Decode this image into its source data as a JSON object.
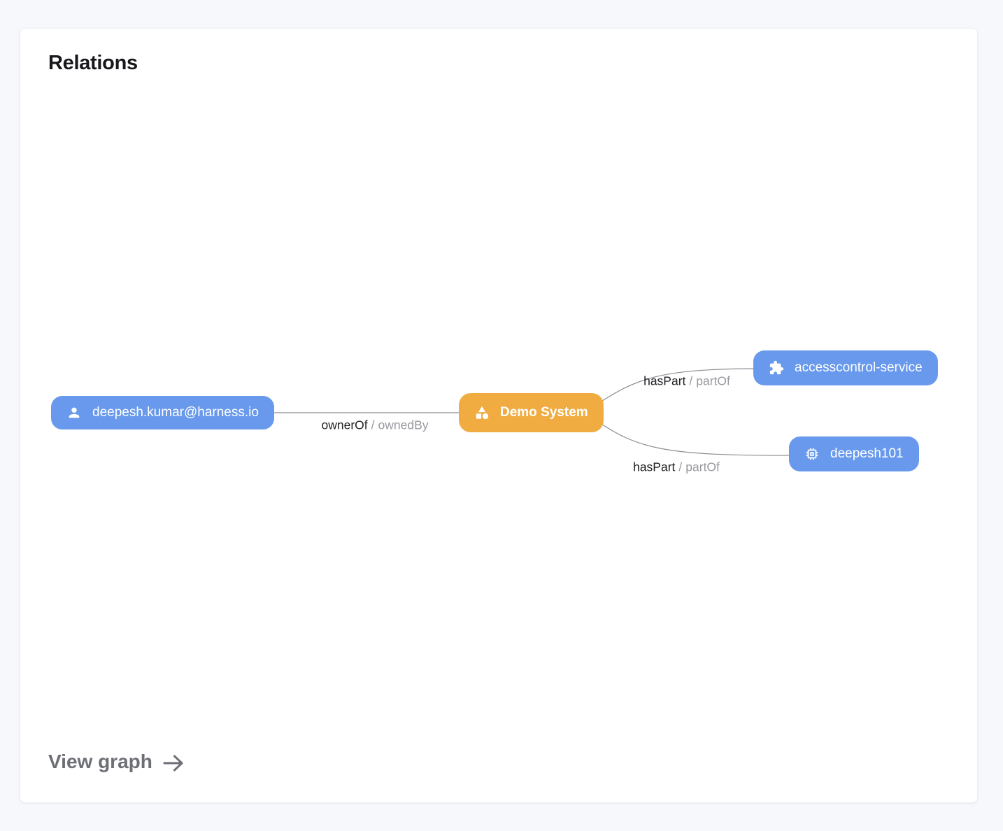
{
  "card": {
    "title": "Relations",
    "footer_link": "View graph"
  },
  "colors": {
    "page_background": "#F6F8FC",
    "card_background": "#FFFFFF",
    "node_blue": "#6899EC",
    "node_highlight_orange": "#F0AC41",
    "node_text": "#FFFFFF",
    "edge_line": "#8A8F94",
    "edge_label_primary": "#202124",
    "edge_label_secondary": "#97999E",
    "footer_link_text": "#6D6F76"
  },
  "graph": {
    "nodes": [
      {
        "id": "owner-user",
        "label": "deepesh.kumar@harness.io",
        "icon": "person-icon",
        "color": "#6899EC",
        "highlighted": false
      },
      {
        "id": "demo-system",
        "label": "Demo System",
        "icon": "category-icon",
        "color": "#F0AC41",
        "highlighted": true
      },
      {
        "id": "accesscontrol-service",
        "label": "accesscontrol-service",
        "icon": "extension-icon",
        "color": "#6899EC",
        "highlighted": false
      },
      {
        "id": "deepesh101",
        "label": "deepesh101",
        "icon": "memory-icon",
        "color": "#6899EC",
        "highlighted": false
      }
    ],
    "edges": [
      {
        "from": "deepesh.kumar@harness.io",
        "to": "Demo System",
        "label": {
          "primary": "ownerOf",
          "separator": "/",
          "secondary": "ownedBy"
        }
      },
      {
        "from": "Demo System",
        "to": "accesscontrol-service",
        "label": {
          "primary": "hasPart",
          "separator": "/",
          "secondary": "partOf"
        }
      },
      {
        "from": "Demo System",
        "to": "deepesh101",
        "label": {
          "primary": "hasPart",
          "separator": "/",
          "secondary": "partOf"
        }
      }
    ]
  }
}
